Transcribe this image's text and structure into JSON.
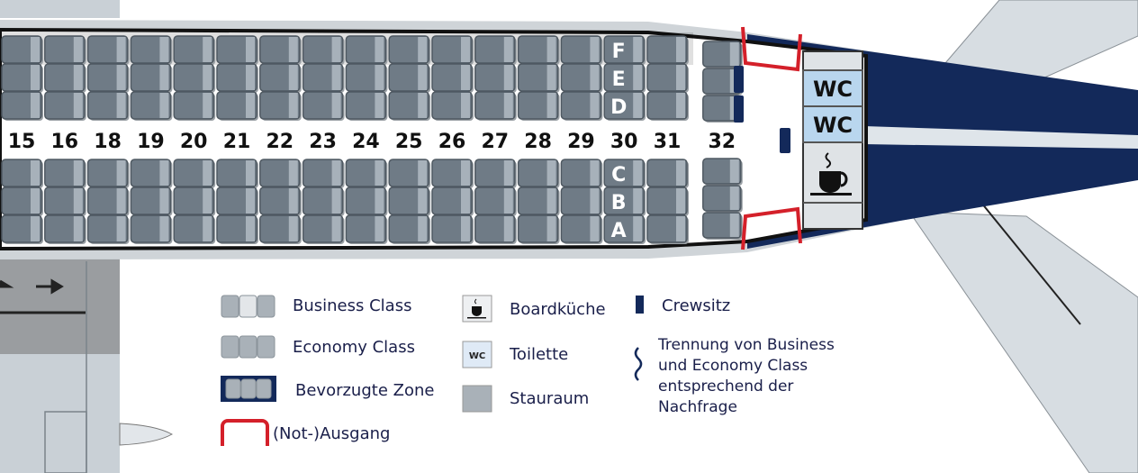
{
  "seat_map": {
    "rows": [
      "15",
      "16",
      "18",
      "19",
      "20",
      "21",
      "22",
      "23",
      "24",
      "25",
      "26",
      "27",
      "28",
      "29",
      "30",
      "31",
      "32"
    ],
    "upper_columns": [
      "F",
      "E",
      "D"
    ],
    "lower_columns": [
      "C",
      "B",
      "A"
    ],
    "lettered_row": "30",
    "lavatories": [
      "WC",
      "WC"
    ]
  },
  "legend": {
    "business": "Business Class",
    "economy": "Economy Class",
    "preferred": "Bevorzugte Zone",
    "exit": "(Not-)Ausgang",
    "galley": "Boardküche",
    "toilet": "Toilette",
    "toilet_icon": "WC",
    "storage": "Stauraum",
    "crew": "Crewsitz",
    "divider": "Trennung von Business und Economy Class entsprechend der Nachfrage"
  },
  "colors": {
    "seat": "#6f7b86",
    "seat_back": "#a7b1ba",
    "exit": "#d4202a",
    "navy": "#13295a",
    "wc_bg": "#b9d6ee"
  }
}
